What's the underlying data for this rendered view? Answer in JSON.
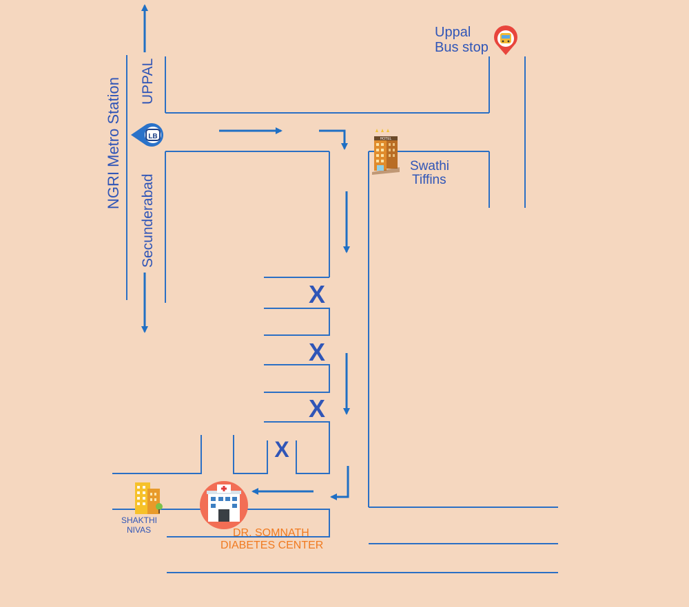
{
  "colors": {
    "background": "#f5d7bf",
    "road": "#2a6fc4",
    "arrow": "#1f6fc4",
    "label": "#2f55b7",
    "cross": "#2f55b7",
    "hospital_label": "#f07a20",
    "pin_red": "#e8453c"
  },
  "labels": {
    "uppal_bus_stop_line1": "Uppal",
    "uppal_bus_stop_line2": "Bus stop",
    "ngri_metro": "NGRI Metro Station",
    "uppal": "UPPAL",
    "secunderabad": "Secunderabad",
    "swathi_line1": "Swathi",
    "swathi_line2": "Tiffins",
    "shakthi_line1": "SHAKTHI",
    "shakthi_line2": "NIVAS",
    "hospital_line1": "DR. SOMNATH",
    "hospital_line2": "DIABETES CENTER"
  },
  "markers": {
    "cross_symbol": "X",
    "metro_badge": "LB",
    "hotel_sign": "HOTEL"
  },
  "icons": [
    "bus-stop-pin-icon",
    "metro-pin-icon",
    "hotel-building-icon",
    "apartment-building-icon",
    "hospital-icon"
  ]
}
